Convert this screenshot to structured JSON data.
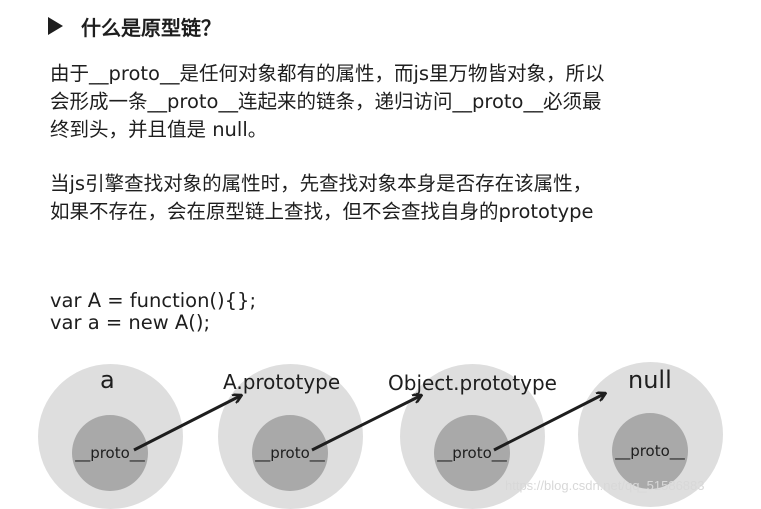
{
  "heading": {
    "icon": "play-triangle-icon",
    "text": "什么是原型链？"
  },
  "paragraph1": {
    "lines": [
      "由于__proto__是任何对象都有的属性，而js里万物皆对象，所以",
      "会形成一条__proto__连起来的链条，递归访问__proto__必须最",
      "终到头，并且值是 null。"
    ]
  },
  "paragraph2": {
    "lines": [
      "当js引擎查找对象的属性时，先查找对象本身是否存在该属性，",
      "如果不存在，会在原型链上查找，但不会查找自身的prototype"
    ]
  },
  "code": {
    "lines": [
      "var A = function(){};",
      "var a = new A();"
    ]
  },
  "chain": {
    "nodes": [
      {
        "title": "a",
        "inner": "__proto__"
      },
      {
        "title": "A.prototype",
        "inner": "__proto__"
      },
      {
        "title": "Object.prototype",
        "inner": "__proto__"
      },
      {
        "title": "null",
        "inner": "__proto__"
      }
    ],
    "colors": {
      "outer": "#dedede",
      "inner": "#a9a9a9",
      "arrow": "#1e1e1e"
    }
  },
  "watermark": "https://blog.csdn.net/qq_51586883"
}
